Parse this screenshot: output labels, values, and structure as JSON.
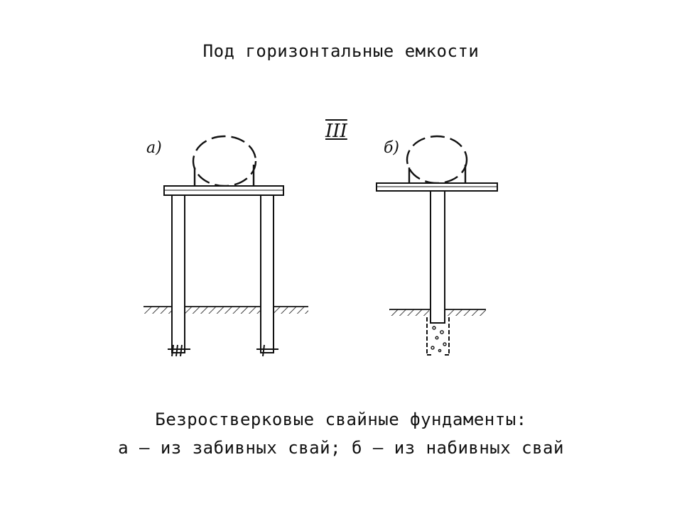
{
  "title": "Под горизонтальные емкости",
  "section_mark": "III",
  "panels": [
    {
      "label": "а)"
    },
    {
      "label": "б)"
    }
  ],
  "caption": {
    "line1": "Безростверковые свайные фундаменты:",
    "line2": "а – из забивных свай; б – из набивных свай"
  }
}
